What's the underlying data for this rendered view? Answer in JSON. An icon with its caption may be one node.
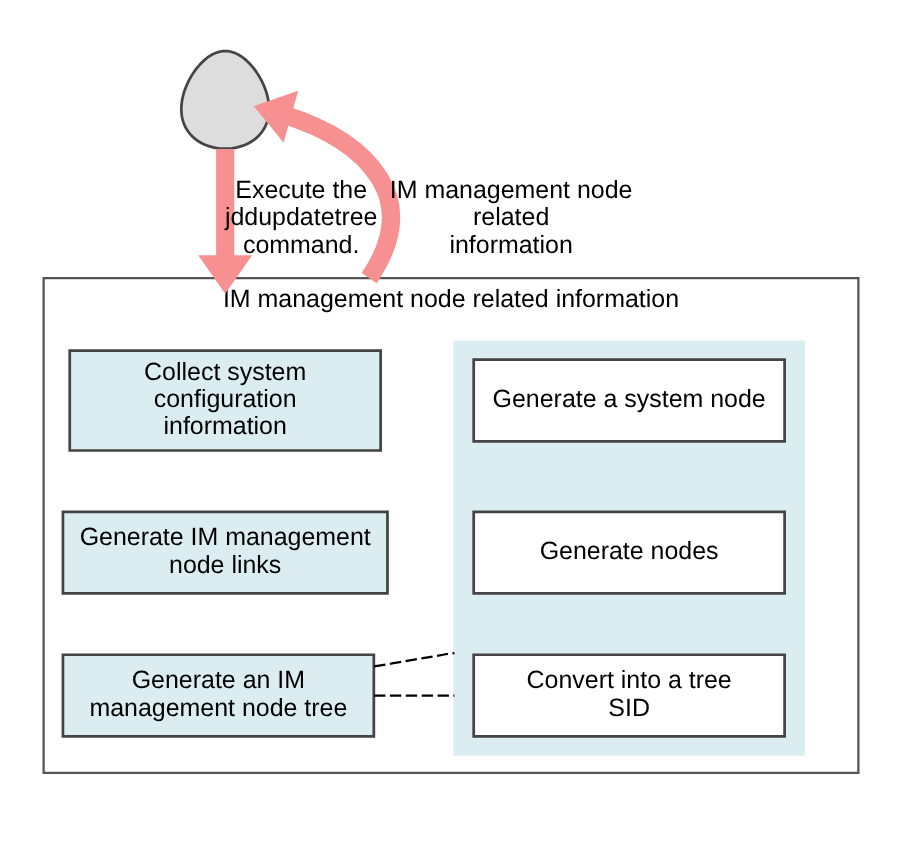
{
  "diagram": {
    "nodes": [
      {
        "text": [],
        "shape": "person"
      },
      {
        "text": [
          "IM management node related information"
        ]
      },
      {
        "text": [
          "Collect system configuration information"
        ],
        "in": 1
      },
      {
        "text": [
          "Generate IM management node links"
        ],
        "in": 1
      },
      {
        "text": [
          "Generate an IM management node tree"
        ],
        "in": 1
      },
      {
        "text": [],
        "shape": "box",
        "in": 1
      },
      {
        "text": [
          "Generate a system node"
        ],
        "in": 5
      },
      {
        "text": [
          "Generate nodes"
        ],
        "in": 5
      },
      {
        "text": [
          "Convert into a tree SID"
        ],
        "in": 5
      }
    ],
    "edges": [
      {
        "from": 0,
        "to": 1,
        "arrow": "to",
        "label": "Execute the jddupdatetree command.",
        "style": "thick",
        "color": "#f79191"
      },
      {
        "from": 1,
        "to": 0,
        "arrow": "to",
        "label": "IM management node related information",
        "style": "thick",
        "color": "#f79191"
      },
      {
        "from": 4,
        "to": 5,
        "arrow": "none",
        "style": "dashed",
        "color": "#000000"
      },
      {
        "from": 4,
        "to": 5,
        "arrow": "none",
        "style": "dashed",
        "color": "#000000"
      }
    ]
  }
}
